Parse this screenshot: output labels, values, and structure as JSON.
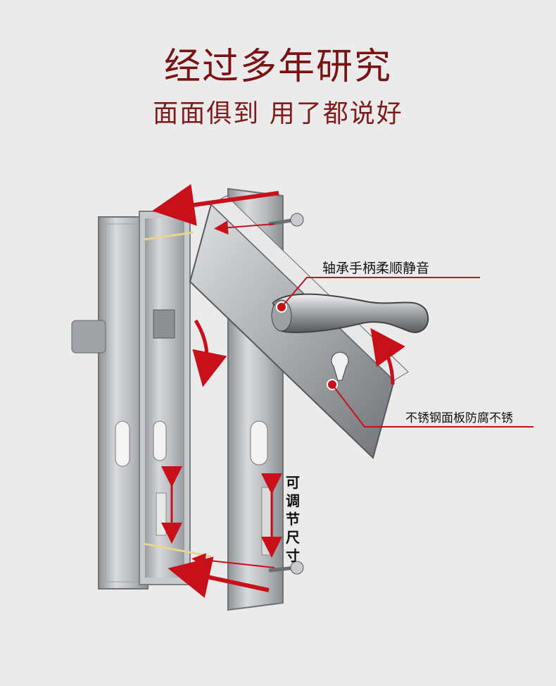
{
  "headline": {
    "title": "经过多年研究",
    "subtitle": "面面俱到 用了都说好"
  },
  "callouts": {
    "bearing": "轴承手柄柔顺静音",
    "panel": "不锈钢面板防腐不锈",
    "size": "可调节尺寸"
  },
  "colors": {
    "accent_red": "#c8101a",
    "title_red": "#7a1414",
    "background": "#ebebeb",
    "steel": "#b9bcc0"
  }
}
